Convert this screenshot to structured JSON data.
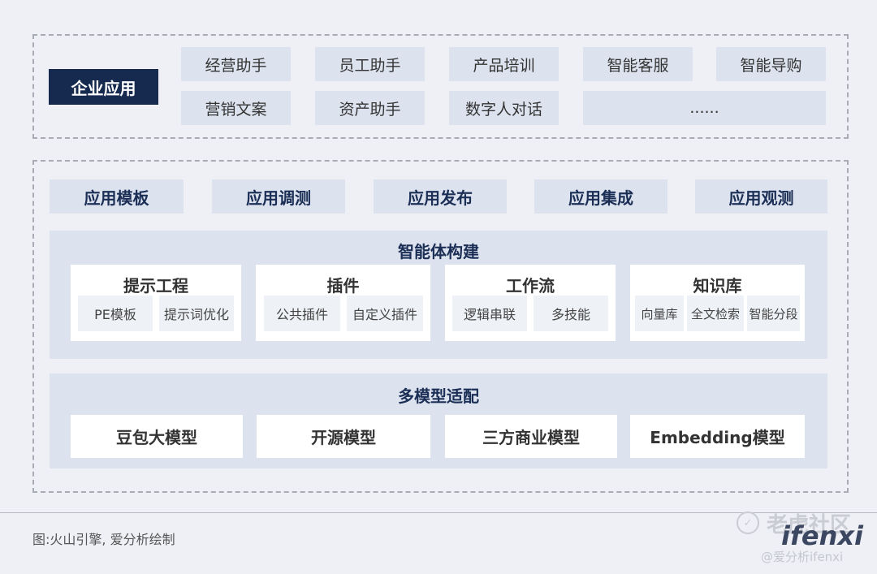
{
  "enterprise": {
    "label": "企业应用",
    "row1": [
      "经营助手",
      "员工助手",
      "产品培训",
      "智能客服",
      "智能导购"
    ],
    "row2": [
      "营销文案",
      "资产助手",
      "数字人对话",
      "......"
    ]
  },
  "app_tools": [
    "应用模板",
    "应用调测",
    "应用发布",
    "应用集成",
    "应用观测"
  ],
  "agent_build": {
    "title": "智能体构建",
    "cards": [
      {
        "title": "提示工程",
        "items": [
          "PE模板",
          "提示词优化"
        ]
      },
      {
        "title": "插件",
        "items": [
          "公共插件",
          "自定义插件"
        ]
      },
      {
        "title": "工作流",
        "items": [
          "逻辑串联",
          "多技能"
        ]
      },
      {
        "title": "知识库",
        "items": [
          "向量库",
          "全文检索",
          "智能分段"
        ]
      }
    ]
  },
  "multi_model": {
    "title": "多模型适配",
    "models": [
      "豆包大模型",
      "开源模型",
      "三方商业模型",
      "Embedding模型"
    ]
  },
  "caption": "图:火山引擎, 爱分析绘制",
  "watermark": {
    "line1": "老虎社区",
    "brand": "ifenxi",
    "handle": "@爱分析ifenxi"
  }
}
